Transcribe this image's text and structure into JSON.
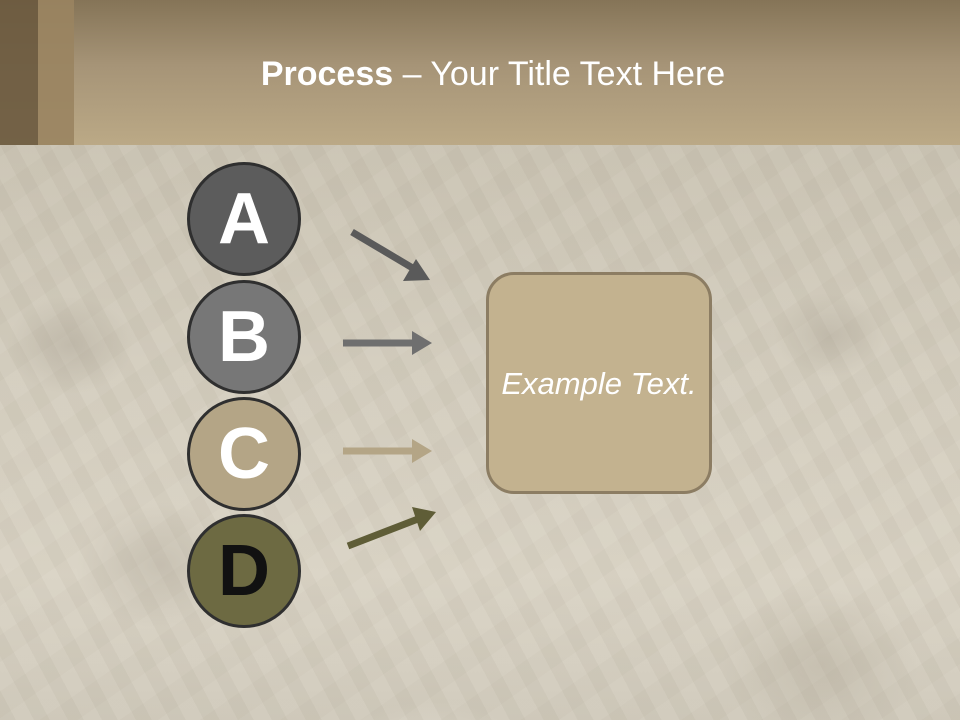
{
  "title": {
    "bold": "Process",
    "rest": " – Your Title Text Here"
  },
  "steps": [
    {
      "letter": "A",
      "fill": "#5c5c5c",
      "arrow_color": "#5a5a5a"
    },
    {
      "letter": "B",
      "fill": "#777777",
      "arrow_color": "#6f6f6f"
    },
    {
      "letter": "C",
      "fill": "#b4a586",
      "arrow_color": "#b4a586"
    },
    {
      "letter": "D",
      "fill": "#6d6a42",
      "arrow_color": "#5f5d37"
    }
  ],
  "example_box": {
    "text": "Example Text.",
    "fill": "#c3b28f",
    "border": "#8c7d63"
  },
  "header": {
    "color": "#a69477"
  }
}
